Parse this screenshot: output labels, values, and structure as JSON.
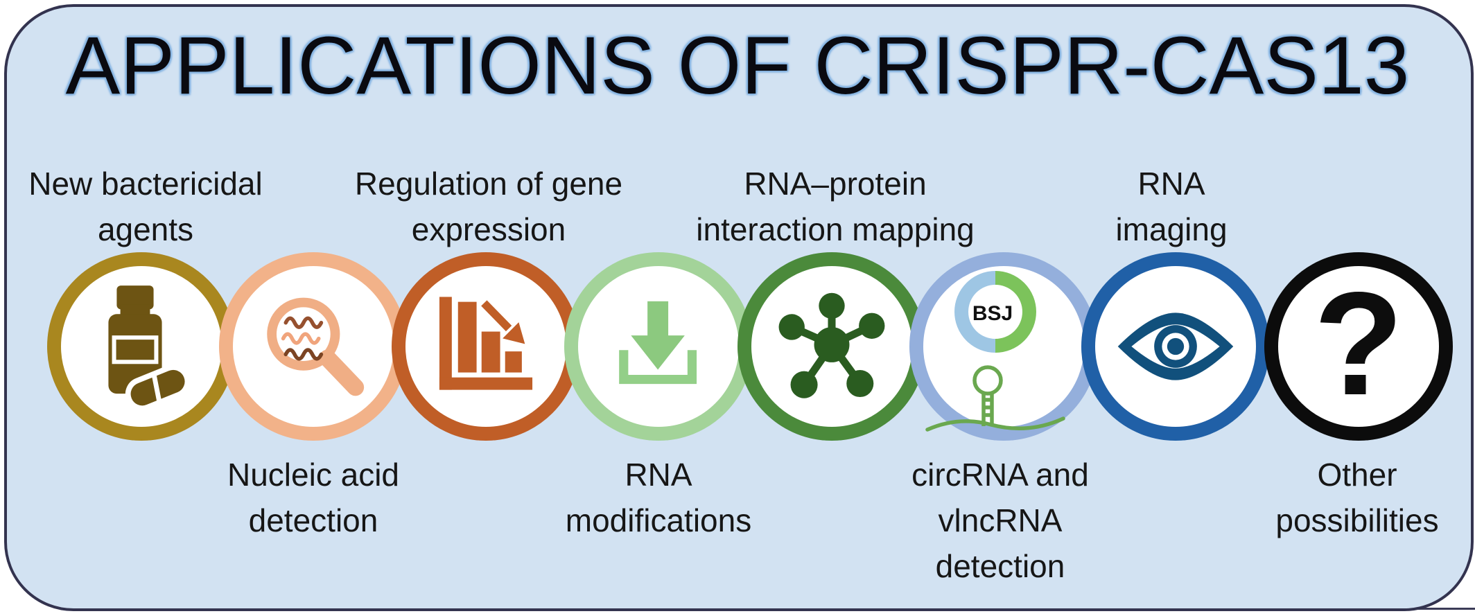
{
  "title": "APPLICATIONS OF CRISPR-CAS13",
  "panel": {
    "page_background": "#ffffff",
    "background": "#d2e2f2",
    "border_color": "#33334f",
    "title_color": "#0a0a10",
    "title_glow_color": "#8cb8e4",
    "label_color": "#161616"
  },
  "applications": [
    {
      "name": "new-bactericidal-agents",
      "label_lines": [
        "New bactericidal",
        "agents"
      ],
      "label_position": "above",
      "ring_color": "#a9871f",
      "icon": "pill-bottle-icon",
      "icon_color": "#6d5413"
    },
    {
      "name": "nucleic-acid-detection",
      "label_lines": [
        "Nucleic acid",
        "detection"
      ],
      "label_position": "below",
      "ring_color": "#f2b289",
      "icon": "magnifier-rna-icon",
      "icon_color": "#f0ae85",
      "wave_colors": [
        "#96502e",
        "#f0a47c",
        "#7c4423"
      ]
    },
    {
      "name": "regulation-of-gene-expression",
      "label_lines": [
        "Regulation of gene",
        "expression"
      ],
      "label_position": "above",
      "ring_color": "#c05e27",
      "icon": "declining-bar-chart-icon",
      "icon_color": "#c05e27"
    },
    {
      "name": "rna-modifications",
      "label_lines": [
        "RNA",
        "modifications"
      ],
      "label_position": "below",
      "ring_color": "#a3d399",
      "icon": "download-arrow-icon",
      "icon_color": "#8cc97f"
    },
    {
      "name": "rna-protein-interaction-mapping",
      "label_lines": [
        "RNA–protein",
        "interaction mapping"
      ],
      "label_position": "above",
      "ring_color": "#4b8a3b",
      "icon": "hub-spoke-icon",
      "icon_color": "#2a5c20"
    },
    {
      "name": "circrna-and-vlncrna-detection",
      "label_lines": [
        "circRNA and",
        "vlncRNA",
        "detection"
      ],
      "label_position": "below",
      "ring_color": "#94afdc",
      "icon": "circrna-bsj-icon",
      "bsj_label": "BSJ",
      "donut_left_color": "#9ec6e4",
      "donut_right_color": "#7cc35b",
      "hairpin_color": "#6aa84f"
    },
    {
      "name": "rna-imaging",
      "label_lines": [
        "RNA",
        "imaging"
      ],
      "label_position": "above",
      "ring_color": "#2060a7",
      "icon": "eye-icon",
      "icon_color": "#11507c"
    },
    {
      "name": "other-possibilities",
      "label_lines": [
        "Other",
        "possibilities"
      ],
      "label_position": "below",
      "ring_color": "#0c0c0c",
      "icon": "question-mark-icon",
      "icon_color": "#0d0d0d",
      "question_mark": "?"
    }
  ]
}
